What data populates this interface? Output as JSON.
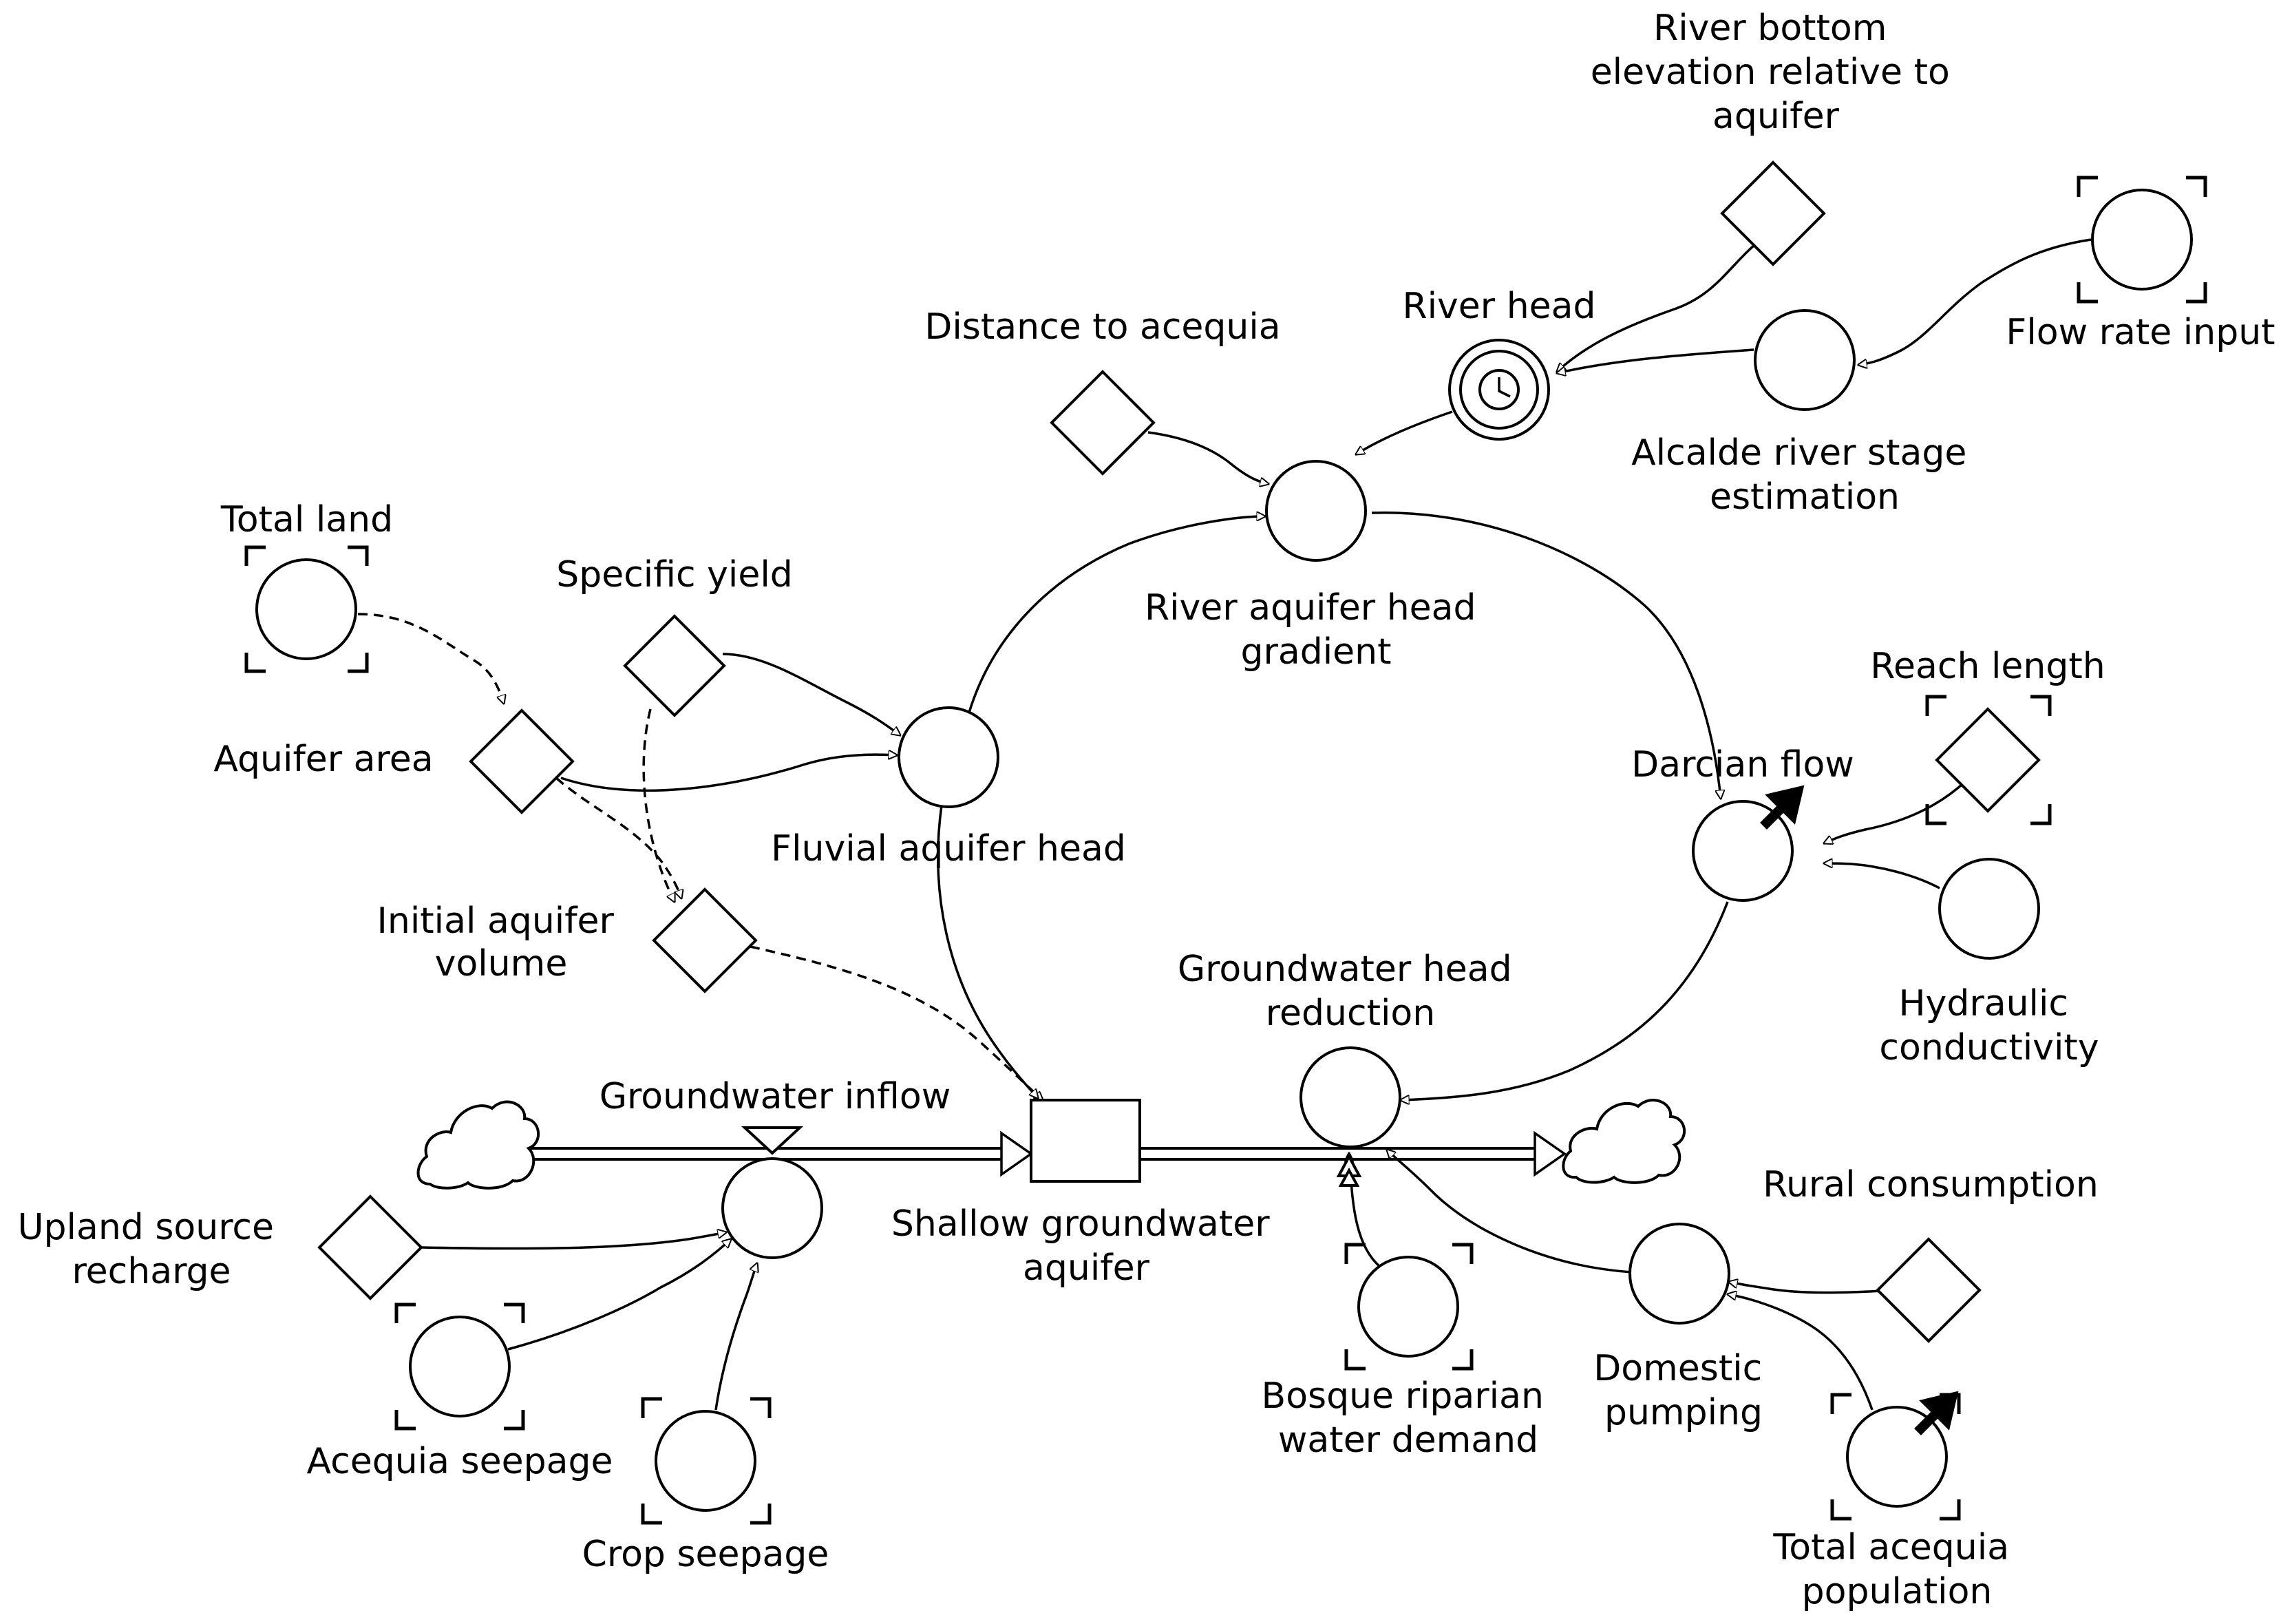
{
  "diagram": {
    "nodes": {
      "total_land": [
        "Total land"
      ],
      "specific_yield": [
        "Specific yield"
      ],
      "aquifer_area": [
        "Aquifer area"
      ],
      "initial_aquifer_volume": [
        "Initial aquifer",
        "volume"
      ],
      "fluvial_aquifer_head": [
        "Fluvial aquifer head"
      ],
      "distance_to_acequia": [
        "Distance to acequia"
      ],
      "river_head": [
        "River head"
      ],
      "river_bottom_elevation": [
        "River bottom",
        "elevation relative to",
        "aquifer"
      ],
      "flow_rate_input": [
        "Flow rate input"
      ],
      "alcalde_river_stage": [
        "Alcalde river stage",
        "estimation"
      ],
      "river_aquifer_head_gradient": [
        "River aquifer head",
        "gradient"
      ],
      "reach_length": [
        "Reach length"
      ],
      "darcian_flow": [
        "Darcian flow"
      ],
      "hydraulic_conductivity": [
        "Hydraulic",
        "conductivity"
      ],
      "groundwater_head_reduction": [
        "Groundwater head",
        "reduction"
      ],
      "groundwater_inflow": [
        "Groundwater inflow"
      ],
      "shallow_groundwater_aquifer": [
        "Shallow groundwater",
        "aquifer"
      ],
      "upland_source_recharge": [
        "Upland source",
        "recharge"
      ],
      "acequia_seepage": [
        "Acequia seepage"
      ],
      "crop_seepage": [
        "Crop seepage"
      ],
      "bosque_riparian_demand": [
        "Bosque riparian",
        "water demand"
      ],
      "rural_consumption": [
        "Rural consumption"
      ],
      "domestic_pumping": [
        "Domestic",
        "pumping"
      ],
      "total_acequia_population": [
        "Total acequia",
        "population"
      ]
    }
  }
}
